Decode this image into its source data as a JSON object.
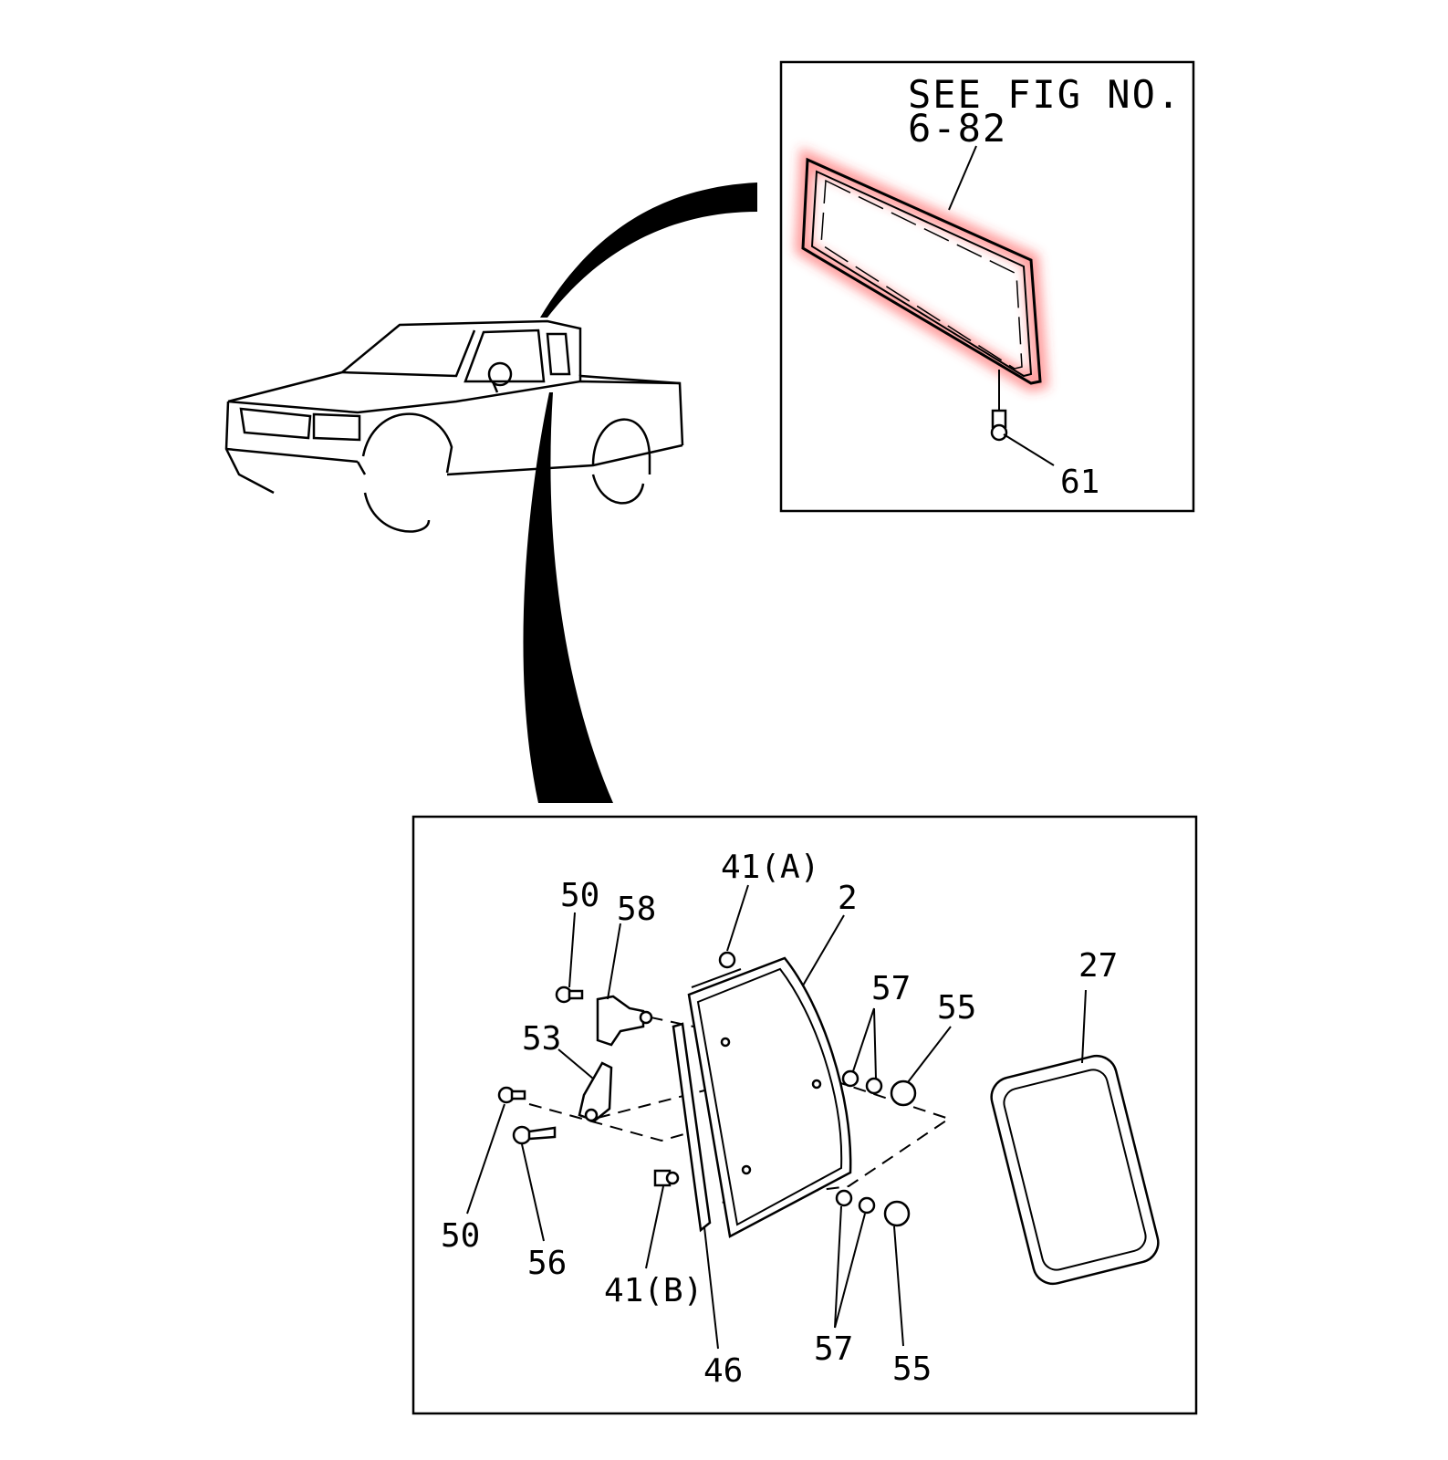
{
  "colors": {
    "line": "#000000",
    "background": "#ffffff",
    "highlight": "#ff3b3b"
  },
  "inset_top": {
    "reference_line1": "SEE FIG NO.",
    "reference_line2": "6-82",
    "callouts": [
      "61"
    ]
  },
  "inset_bottom": {
    "callouts": [
      "41(A)",
      "2",
      "50",
      "58",
      "57",
      "55",
      "27",
      "53",
      "50",
      "56",
      "41(B)",
      "46",
      "57",
      "55"
    ]
  }
}
